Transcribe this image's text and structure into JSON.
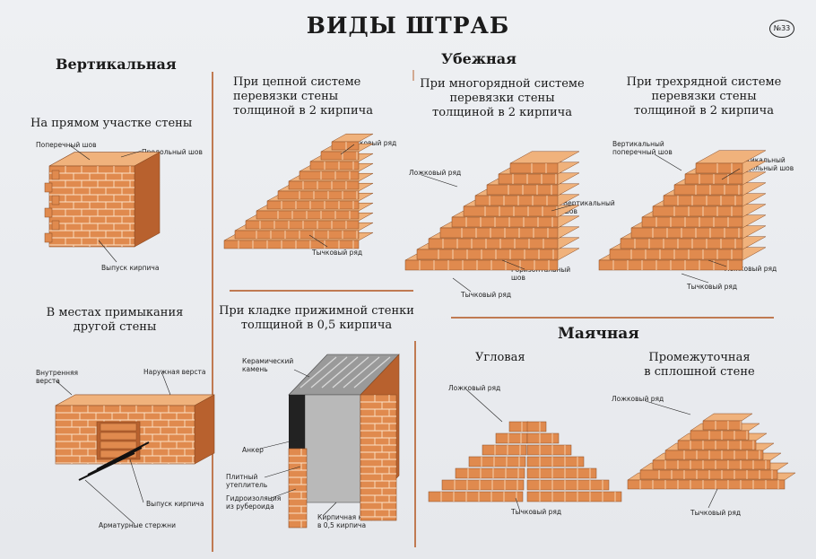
{
  "title": "ВИДЫ ШТРАБ",
  "badge": "№33",
  "sections": {
    "vertical": "Вертикальная",
    "stepped": "Убежная",
    "beacon": "Маячная"
  },
  "captions": {
    "straight": "На прямом  участке стены",
    "junction_1": "В местах примыкания",
    "junction_2": "другой стены",
    "chain_1": "При цепной системе",
    "chain_2": "перевязки стены",
    "chain_3": "толщиной в 2 кирпича",
    "multirow_1": "При многорядной системе",
    "multirow_2": "перевязки стены",
    "multirow_3": "толщиной в 2 кирпича",
    "threerow_1": "При трехрядной системе",
    "threerow_2": "перевязки стены",
    "threerow_3": "толщиной в 2 кирпича",
    "clamp_1": "При кладке прижимной стенки",
    "clamp_2": "толщиной в 0,5 кирпича",
    "corner": "Угловая",
    "intermediate_1": "Промежуточная",
    "intermediate_2": "в сплошной стене"
  },
  "labels": {
    "transverse_seam": "Поперечный шов",
    "longitudinal_seam": "Продольный шов",
    "brick_outlet": "Выпуск кирпича",
    "inner_verst_1": "Внутренняя",
    "inner_verst_2": "верста",
    "outer_verst": "Наружная верста",
    "brick_outlet_2": "Выпуск кирпича",
    "rebar": "Арматурные стержни",
    "stretcher_row_chain": "Ложковый ряд",
    "header_row_chain": "Тычковый ряд",
    "stretcher_row_multi": "Ложковый ряд",
    "vertical_seam_1": "Вертикальный",
    "vertical_seam_2": "шов",
    "horizontal_seam_1": "Горизонтальный",
    "horizontal_seam_2": "шов",
    "header_row_multi": "Тычковый ряд",
    "vert_transverse_1": "Вертикальный",
    "vert_transverse_2": "поперечный шов",
    "vert_longitudinal_1": "Вертикальный",
    "vert_longitudinal_2": "продольный шов",
    "stretcher_row_three": "Ложковый ряд",
    "header_row_three": "Тычковый ряд",
    "ceramic_1": "Керамический",
    "ceramic_2": "камень",
    "anchor": "Анкер",
    "insulation_1": "Плитный",
    "insulation_2": "утеплитель",
    "waterproof_1": "Гидроизоляция",
    "waterproof_2": "из рубероида",
    "brick_masonry_1": "Кирпичная кладка",
    "brick_masonry_2": "в 0,5 кирпича",
    "stretcher_row_corner": "Ложковый ряд",
    "header_row_corner": "Тычковый ряд",
    "stretcher_row_inter": "Ложковый ряд",
    "header_row_inter": "Тычковый ряд"
  },
  "colors": {
    "brick": "#e08a4e",
    "brick_top": "#f0b27c",
    "brick_side": "#b8612e",
    "mortar": "#fbe3c8",
    "rule": "#c07a52"
  }
}
